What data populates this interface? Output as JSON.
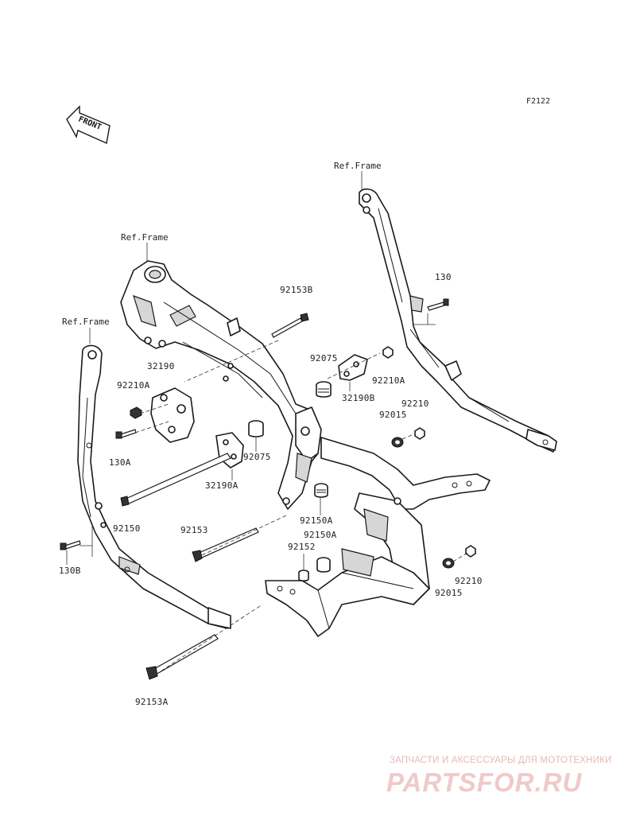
{
  "diagram_code": "F2122",
  "front_arrow_text": "FRONT",
  "ref_labels": {
    "top_right": "Ref.Frame",
    "top_center": "Ref.Frame",
    "left": "Ref.Frame"
  },
  "part_labels": {
    "p130": "130",
    "p92153B": "92153B",
    "p32190": "32190",
    "p92075_top": "92075",
    "p92210A_right": "92210A",
    "p32190B": "32190B",
    "p92210_right_top": "92210",
    "p92015_top": "92015",
    "p92210A_left": "92210A",
    "p130A": "130A",
    "p92075_mid": "92075",
    "p32190A": "32190A",
    "p92150": "92150",
    "p92150A_top": "92150A",
    "p92153": "92153",
    "p92150A_mid": "92150A",
    "p92152": "92152",
    "p130B": "130B",
    "p92210_bottom": "92210",
    "p92015_bottom": "92015",
    "p92153A": "92153A"
  },
  "watermark": {
    "line1": "ЗАПЧАСТИ И АКСЕССУАРЫ ДЛЯ МОТОТЕХНИКИ",
    "logo": "PARTSFOR.RU"
  }
}
